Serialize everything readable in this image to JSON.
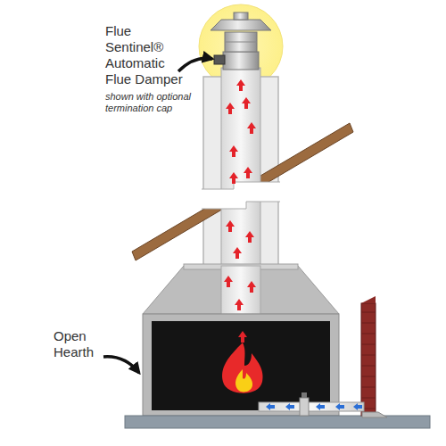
{
  "diagram": {
    "labels": [
      "Flue Sentinel® Automatic Flue Damper",
      "shown with optional termination cap",
      "Open Hearth"
    ]
  }
}
